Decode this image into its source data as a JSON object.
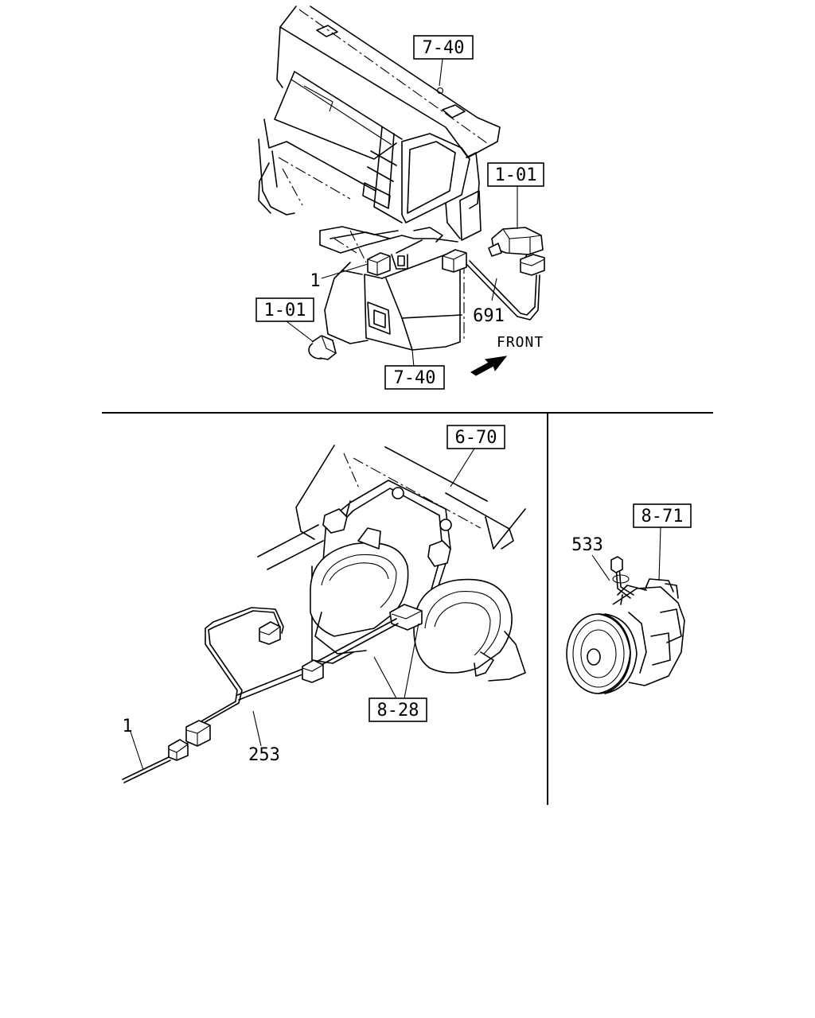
{
  "diagram": {
    "top_panel": {
      "refs": {
        "dash_upper": "7-40",
        "switch_upper": "1-01",
        "switch_lower": "1-01",
        "dash_lower": "7-40"
      },
      "callouts": {
        "harness_1": "1",
        "wire_691": "691"
      },
      "direction_label": "FRONT"
    },
    "bottom_left_panel": {
      "refs": {
        "frame": "6-70",
        "horn": "8-28"
      },
      "callouts": {
        "harness_253": "253",
        "harness_1": "1"
      }
    },
    "bottom_right_panel": {
      "refs": {
        "compressor": "8-71"
      },
      "callouts": {
        "wire_533": "533"
      }
    }
  }
}
